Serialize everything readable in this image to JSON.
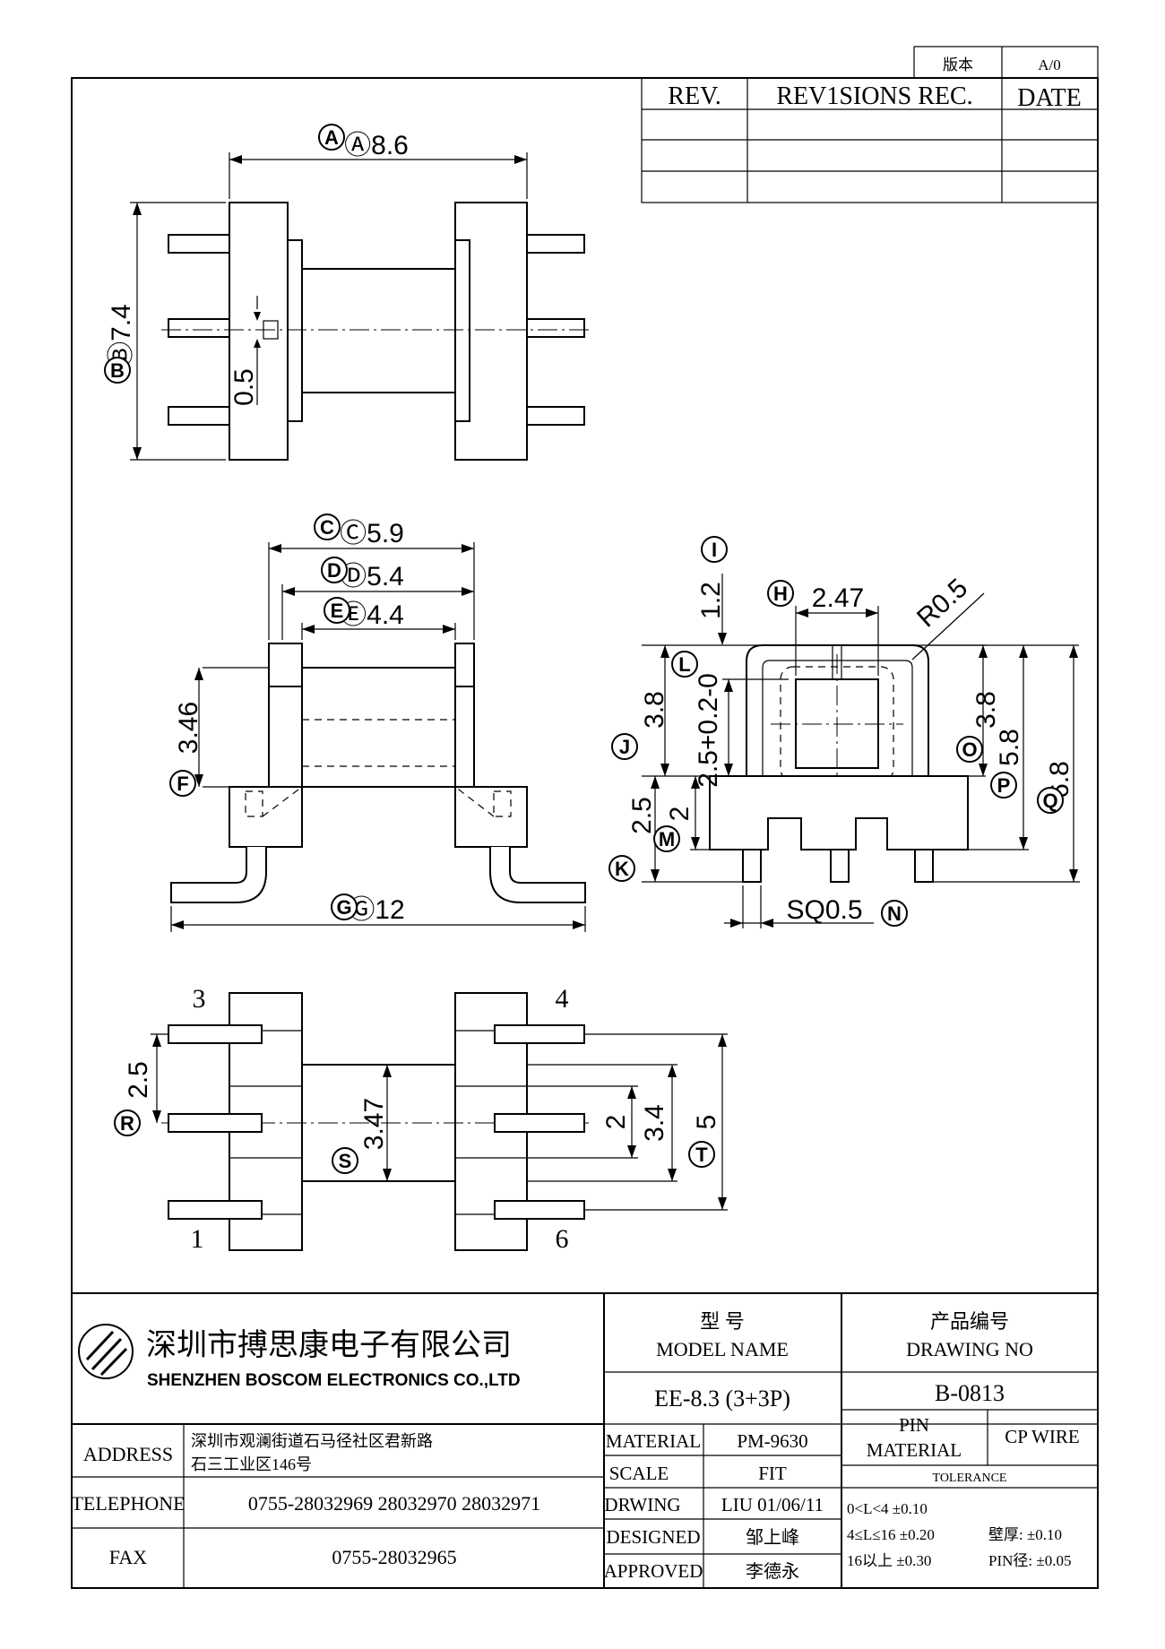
{
  "revision_box": {
    "version_label": "版本",
    "version_value": "A/0"
  },
  "revisions_table": {
    "rev": "REV.",
    "revisions": "REV1SIONS REC.",
    "date": "DATE"
  },
  "dimensions": {
    "A": "Ⓐ8.6",
    "B": "Ⓑ7.4",
    "d05": "0.5",
    "C": "Ⓒ5.9",
    "D": "Ⓓ5.4",
    "E": "Ⓔ4.4",
    "F": "3.46",
    "G": "Ⓖ12",
    "I": "1.2",
    "H": "2.47",
    "R": "R0.5",
    "L": "2.5+0.2-0",
    "J": "3.8",
    "O": "3.8",
    "P": "5.8",
    "Q": "6.8",
    "K": "2.5",
    "M": "2",
    "N": "SQ0.5",
    "R25": "2.5",
    "S": "3.47",
    "T2": "2",
    "T34": "3.4",
    "T5": "5"
  },
  "circle_labels": {
    "A": "A",
    "B": "B",
    "C": "C",
    "D": "D",
    "E": "E",
    "F": "F",
    "G": "G",
    "I": "I",
    "H": "H",
    "L": "L",
    "J": "J",
    "O": "O",
    "P": "P",
    "Q": "Q",
    "K": "K",
    "M": "M",
    "N": "N",
    "R": "R",
    "S": "S",
    "T": "T"
  },
  "pins": {
    "p3": "3",
    "p4": "4",
    "p1": "1",
    "p6": "6"
  },
  "title_block": {
    "company_cn": "深圳市搏思康电子有限公司",
    "company_en": "SHENZHEN BOSCOM ELECTRONICS CO.,LTD",
    "model_cn": "型 号",
    "model_en": "MODEL NAME",
    "model_value": "EE-8.3 (3+3P)",
    "drawing_cn": "产品编号",
    "drawing_en": "DRAWING NO",
    "drawing_value": "B-0813",
    "address_label": "ADDRESS",
    "address_line1": "深圳市观澜街道石马径社区君新路",
    "address_line2": "石三工业区146号",
    "telephone_label": "TELEPHONE",
    "telephone_value": "0755-28032969 28032970 28032971",
    "fax_label": "FAX",
    "fax_value": "0755-28032965",
    "material_label": "MATERIAL",
    "material_value": "PM-9630",
    "scale_label": "SCALE",
    "scale_value": "FIT",
    "drwing_label": "DRWING",
    "drwing_value": "LIU 01/06/11",
    "designed_label": "DESIGNED",
    "designed_value": "邹上峰",
    "approved_label": "APPROVED",
    "approved_value": "李德永",
    "pin_material_1": "PIN",
    "pin_material_2": "MATERIAL",
    "pin_material_value": "CP WIRE",
    "tolerance_label": "TOLERANCE",
    "tol_1": "0<L<4    ±0.10",
    "tol_2": "4≤L≤16  ±0.20",
    "tol_3": "16以上    ±0.30",
    "wall_label": "壁厚: ±0.10",
    "pin_dia_label": "PIN径: ±0.05"
  }
}
